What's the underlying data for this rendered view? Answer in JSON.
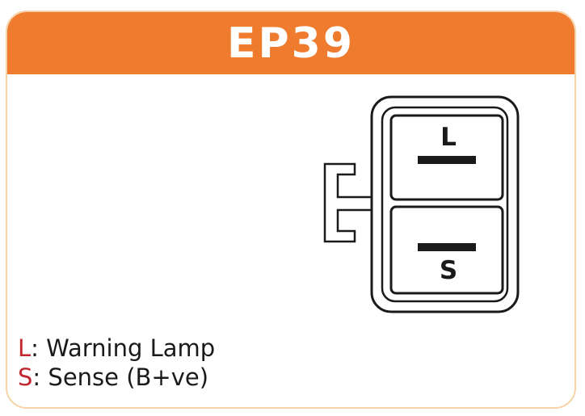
{
  "header": {
    "title": "EP39",
    "background_color": "#ef7b2f"
  },
  "connector": {
    "pins": [
      {
        "code": "L"
      },
      {
        "code": "S"
      }
    ]
  },
  "legend": {
    "code_color": "#c2262e",
    "items": [
      {
        "code": "L",
        "description": "Warning Lamp"
      },
      {
        "code": "S",
        "description": "Sense (B+ve)"
      }
    ]
  }
}
